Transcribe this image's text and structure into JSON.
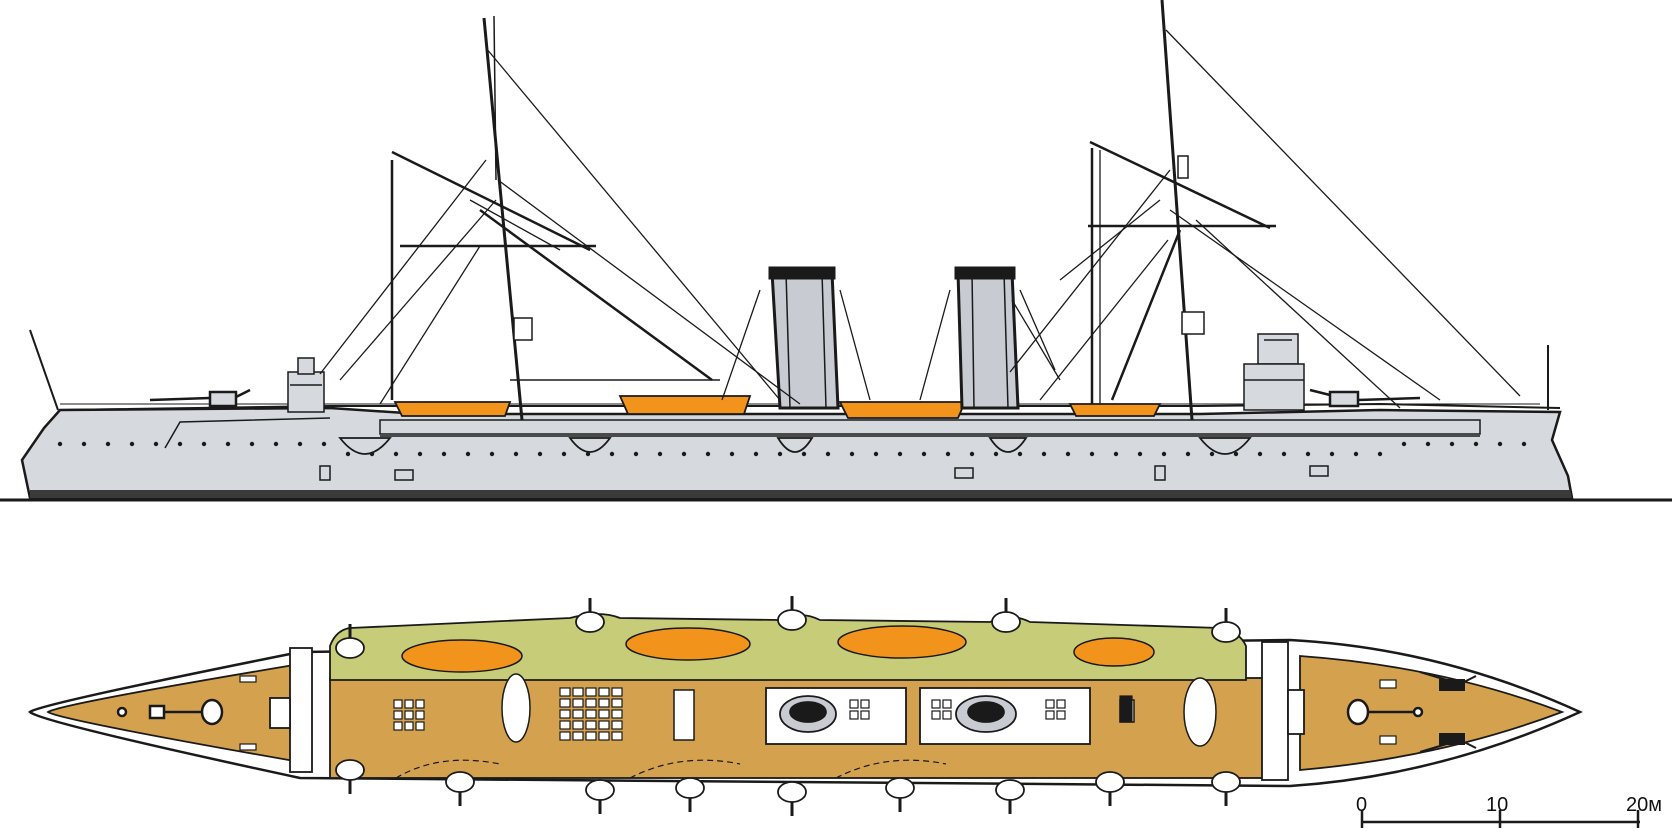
{
  "colors": {
    "hull_side": "#d6d9de",
    "boat": "#f2941c",
    "deck": "#d4a24e",
    "upper_deck": "#c7cc78",
    "line": "#1a1a1a",
    "funnel": "#c8ccd2"
  },
  "scale_bar": {
    "tick_0": "0",
    "tick_10": "10",
    "tick_20": "20м"
  }
}
